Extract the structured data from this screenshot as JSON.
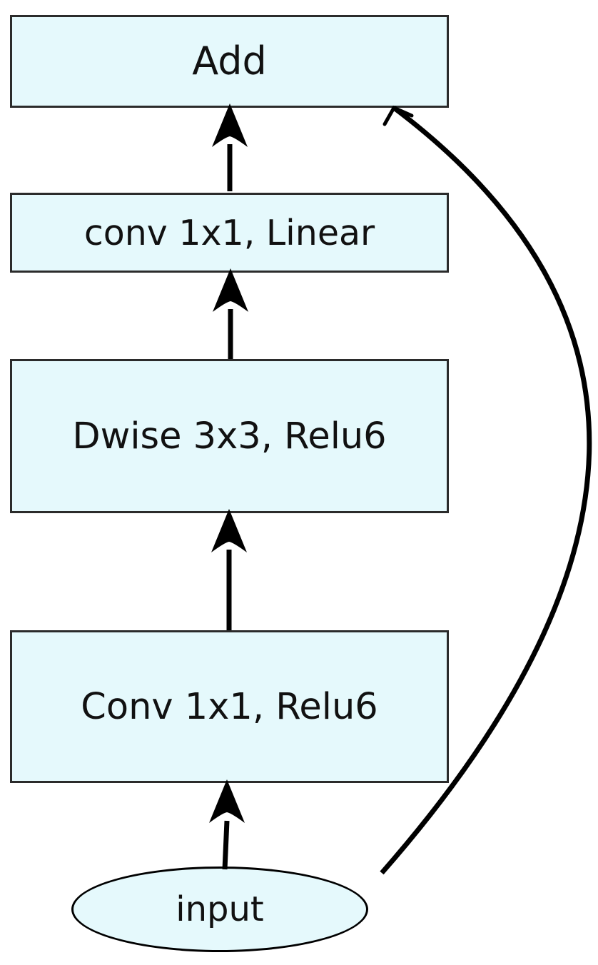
{
  "diagram": {
    "type": "flow-diagram",
    "description": "Inverted residual block diagram: input flows upward through Conv 1x1 Relu6, Dwise 3x3 Relu6, conv 1x1 Linear into Add; a curved skip connection links input directly to Add.",
    "nodes": [
      {
        "id": "add",
        "label": "Add",
        "shape": "rect"
      },
      {
        "id": "conv_linear",
        "label": "conv 1x1, Linear",
        "shape": "rect"
      },
      {
        "id": "dwise",
        "label": "Dwise 3x3, Relu6",
        "shape": "rect"
      },
      {
        "id": "conv_relu6",
        "label": "Conv 1x1, Relu6",
        "shape": "rect"
      },
      {
        "id": "input",
        "label": "input",
        "shape": "ellipse"
      }
    ],
    "edges": [
      {
        "from": "input",
        "to": "conv_relu6",
        "style": "straight",
        "arrowhead": "filled-triangle"
      },
      {
        "from": "conv_relu6",
        "to": "dwise",
        "style": "straight",
        "arrowhead": "filled-triangle"
      },
      {
        "from": "dwise",
        "to": "conv_linear",
        "style": "straight",
        "arrowhead": "filled-triangle"
      },
      {
        "from": "conv_linear",
        "to": "add",
        "style": "straight",
        "arrowhead": "filled-triangle"
      },
      {
        "from": "input",
        "to": "add",
        "style": "curved-skip-right",
        "arrowhead": "open-vee"
      }
    ],
    "colors": {
      "node_fill": "#E5F9FC",
      "node_border": "#2B2B2B",
      "edge": "#000000",
      "text": "#111111",
      "background": "#FFFFFF"
    }
  }
}
